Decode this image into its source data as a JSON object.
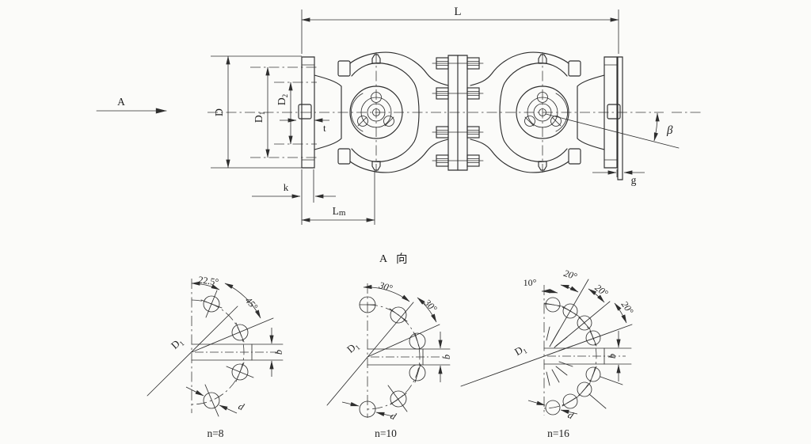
{
  "colors": {
    "background": "#fbfbf9",
    "line": "#2e2e2e",
    "text": "#1f1f1f"
  },
  "view_arrow": {
    "label": "A"
  },
  "dimensions": {
    "L": "L",
    "D": "D",
    "D1_main": "D",
    "D1_sub": "1",
    "D2_main": "D",
    "D2_sub": "2",
    "t": "t",
    "k": "k",
    "Lm_main": "L",
    "Lm_sub": "m",
    "g": "g",
    "beta": "β"
  },
  "view_label": {
    "letter": "A",
    "direction_char": "向"
  },
  "bolt_diagrams": [
    {
      "angles": [
        "22.5°",
        "45°"
      ],
      "bolt_circle_main": "D",
      "bolt_circle_sub": "1",
      "slot_width": "b",
      "hole_diameter": "d",
      "count_label": "n=8"
    },
    {
      "angles": [
        "30°",
        "30°"
      ],
      "bolt_circle_main": "D",
      "bolt_circle_sub": "1",
      "slot_width": "b",
      "hole_diameter": "d",
      "count_label": "n=10"
    },
    {
      "angles": [
        "10°",
        "20°",
        "20°",
        "20°"
      ],
      "bolt_circle_main": "D",
      "bolt_circle_sub": "1",
      "slot_width": "b",
      "hole_diameter": "d",
      "count_label": "n=16"
    }
  ]
}
